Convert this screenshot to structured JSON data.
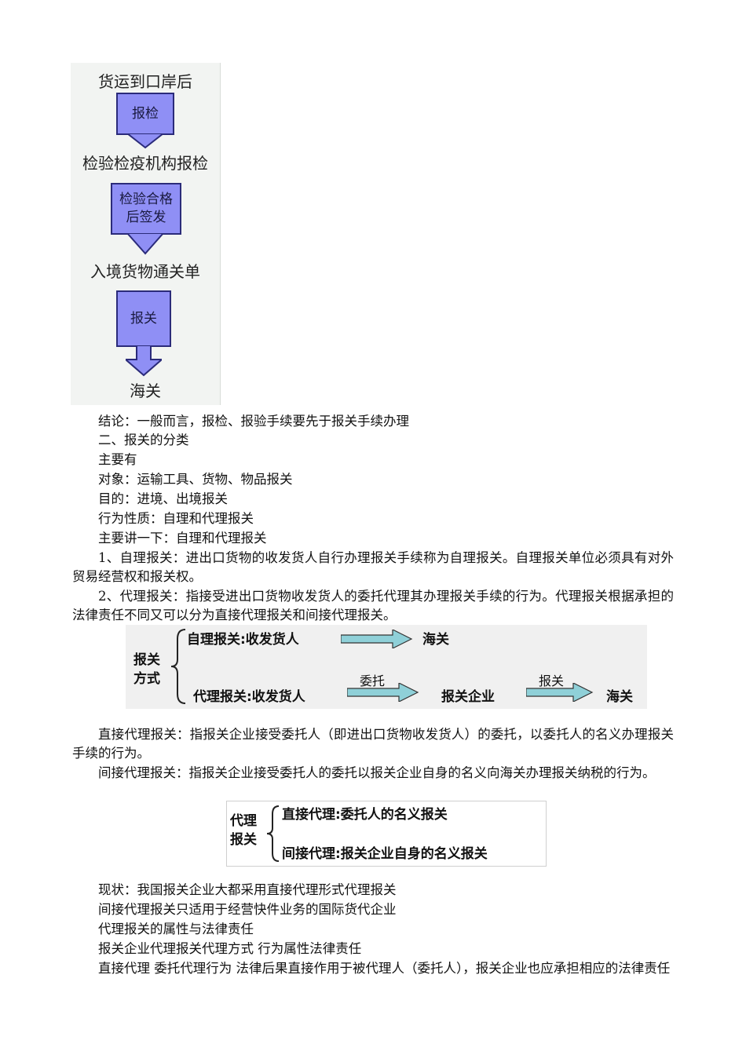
{
  "flowchart": {
    "step1": "货运到口岸后",
    "box1": "报检",
    "step2": "检验检疫机构报检",
    "box2": "检验合格\n后签发",
    "step3": "入境货物通关单",
    "box3": "报关",
    "step4": "海关"
  },
  "lines": {
    "l1": "结论：一般而言，报检、报验手续要先于报关手续办理",
    "l2": "二、报关的分类",
    "l3": "主要有",
    "l4": "对象：运输工具、货物、物品报关",
    "l5": "目的：进境、出境报关",
    "l6": "行为性质：自理和代理报关",
    "l7": "主要讲一下：自理和代理报关",
    "p1": "1、自理报关：进出口货物的收发货人自行办理报关手续称为自理报关。自理报关单位必须具有对外贸易经营权和报关权。",
    "p2": "2、代理报关：指接受进出口货物收发货人的委托代理其办理报关手续的行为。代理报关根据承担的法律责任不同又可以分为直接代理报关和间接代理报关。",
    "p3": "直接代理报关：指报关企业接受委托人（即进出口货物收发货人）的委托，以委托人的名义办理报关手续的行为。",
    "p4": "间接代理报关：指报关企业接受委托人的委托以报关企业自身的名义向海关办理报关纳税的行为。",
    "l8": "现状：我国报关企业大都采用直接代理形式代理报关",
    "l9": "间接代理报关只适用于经营快件业务的国际货代企业",
    "l10": "代理报关的属性与法律责任",
    "l11": "报关企业代理报关代理方式  行为属性法律责任",
    "p5": "直接代理  委托代理行为  法律后果直接作用于被代理人（委托人），报关企业也应承担相应的法律责任"
  },
  "diagram1": {
    "left_label_1": "报关",
    "left_label_2": "方式",
    "top_row": "自理报关:收发货人",
    "top_target": "海关",
    "bottom_row": "代理报关:收发货人",
    "arrow1_label": "委托",
    "middle": "报关企业",
    "arrow2_label": "报关",
    "bottom_target": "海关",
    "arrow_color": "#8fd0d8"
  },
  "diagram2": {
    "left_label_1": "代理",
    "left_label_2": "报关",
    "top_row": "直接代理:委托人的名义报关",
    "bottom_row": "间接代理:报关企业自身的名义报关"
  },
  "colors": {
    "flow_box": "#8f8ff5",
    "flow_box_border": "#2b2b7a"
  }
}
